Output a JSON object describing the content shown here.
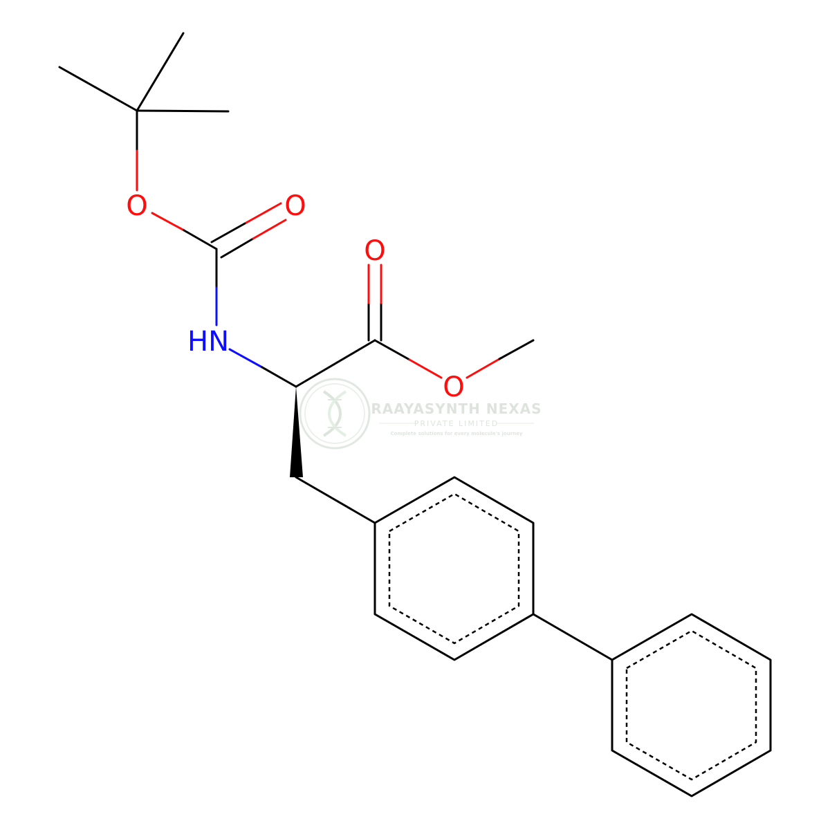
{
  "molecule": {
    "atoms": {
      "o_ether": "O",
      "o_carbonyl_boc": "O",
      "nh": "HN",
      "o_carbonyl_ester": "O",
      "o_ester": "O"
    },
    "colors": {
      "bond": "#000000",
      "oxygen": "#ff0d0d",
      "nitrogen": "#0d0dff"
    }
  },
  "watermark": {
    "company": "RAAYASYNTH NEXAS",
    "subtitle": "PRIVATE LIMITED",
    "tagline": "Complete solutions for every molecule's journey",
    "logo_icon": "dna-helix-icon",
    "color": "#cfd9cf"
  }
}
